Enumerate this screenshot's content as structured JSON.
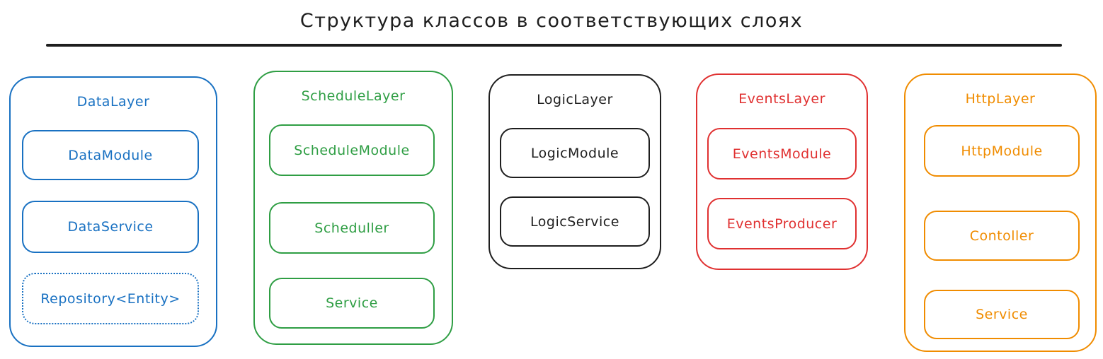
{
  "title": {
    "text": "Структура классов в соответствующих слоях"
  },
  "colors": {
    "title": "#1e1e1e",
    "data_layer": "#1971c2",
    "schedule_layer": "#2f9e44",
    "logic_layer": "#1e1e1e",
    "events_layer": "#e03131",
    "http_layer": "#f08c00"
  },
  "layers": [
    {
      "name": "DataLayer",
      "color": "#1971c2",
      "children": [
        {
          "label": "DataModule",
          "border": "solid"
        },
        {
          "label": "DataService",
          "border": "solid"
        },
        {
          "label": "Repository<Entity>",
          "border": "dotted"
        }
      ]
    },
    {
      "name": "ScheduleLayer",
      "color": "#2f9e44",
      "children": [
        {
          "label": "ScheduleModule",
          "border": "solid"
        },
        {
          "label": "Scheduller",
          "border": "solid"
        },
        {
          "label": "Service",
          "border": "solid"
        }
      ]
    },
    {
      "name": "LogicLayer",
      "color": "#1e1e1e",
      "children": [
        {
          "label": "LogicModule",
          "border": "solid"
        },
        {
          "label": "LogicService",
          "border": "solid"
        }
      ]
    },
    {
      "name": "EventsLayer",
      "color": "#e03131",
      "children": [
        {
          "label": "EventsModule",
          "border": "solid"
        },
        {
          "label": "EventsProducer",
          "border": "solid"
        }
      ]
    },
    {
      "name": "HttpLayer",
      "color": "#f08c00",
      "children": [
        {
          "label": "HttpModule",
          "border": "solid"
        },
        {
          "label": "Contoller",
          "border": "solid"
        },
        {
          "label": "Service",
          "border": "solid"
        }
      ]
    }
  ]
}
